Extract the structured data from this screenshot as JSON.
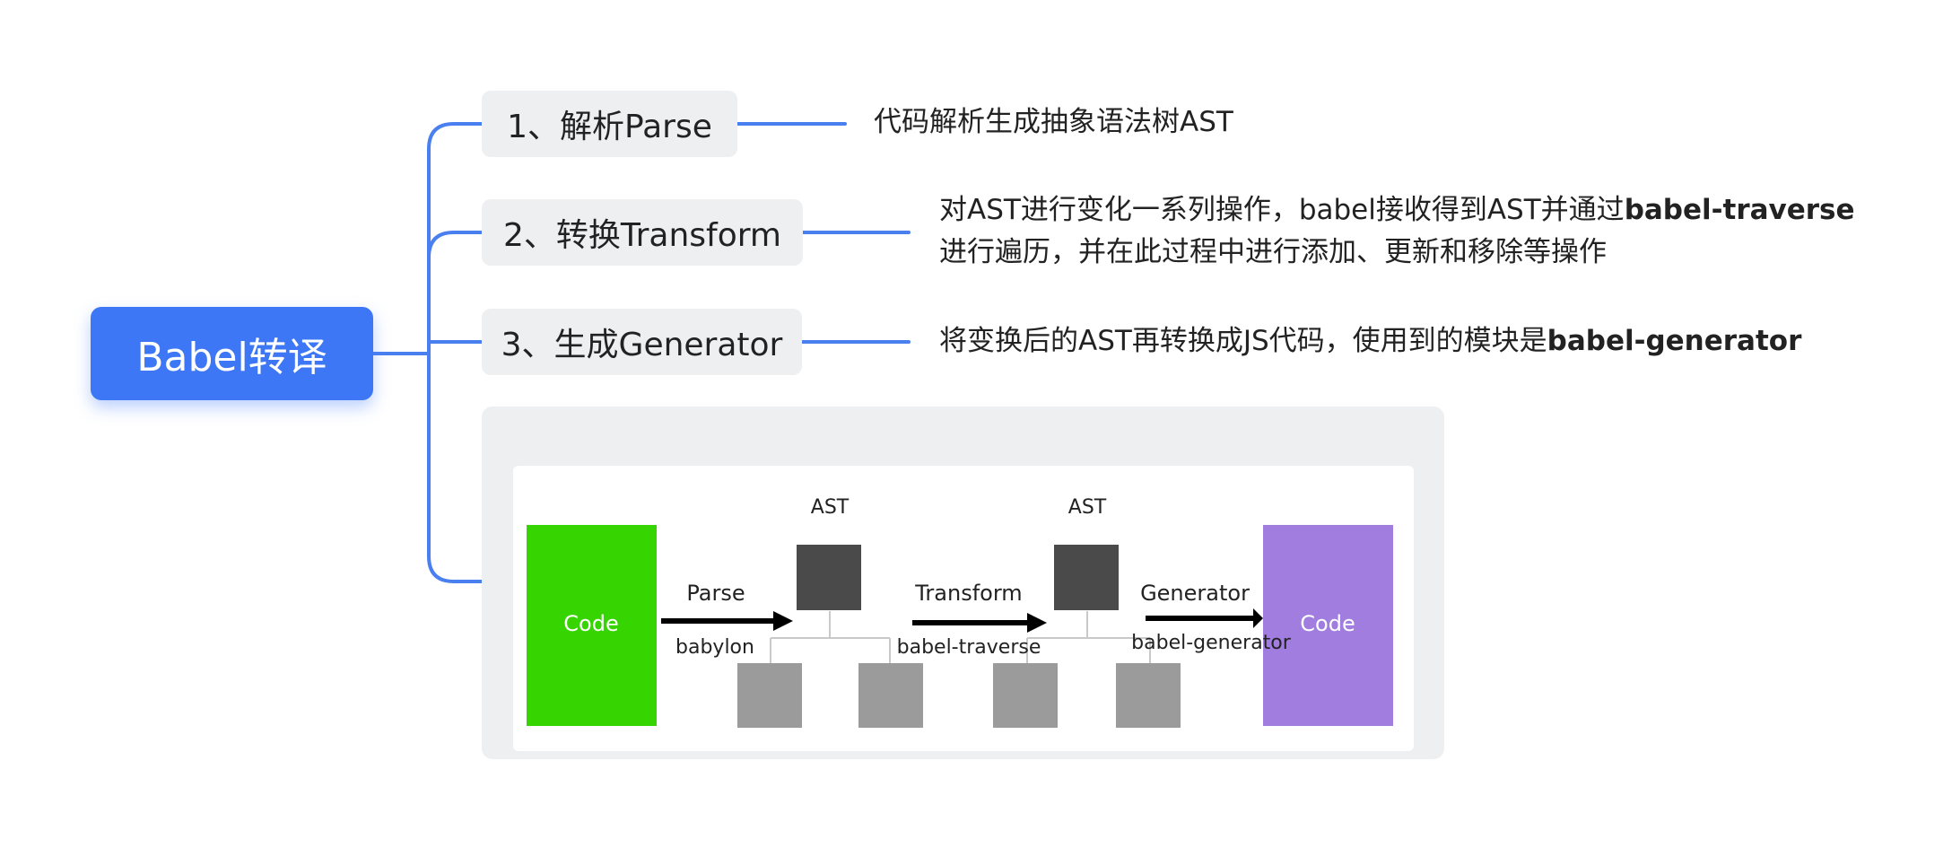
{
  "root": {
    "label": "Babel转译"
  },
  "branches": [
    {
      "label": "1、解析Parse",
      "desc": "代码解析生成抽象语法树AST"
    },
    {
      "label": "2、转换Transform",
      "desc_line1_prefix": "对AST进行变化一系列操作，babel接收得到AST并通过",
      "desc_line1_bold": "babel-traverse",
      "desc_line2": "进行遍历，并在此过程中进行添加、更新和移除等操作"
    },
    {
      "label": "3、生成Generator",
      "desc_prefix": "将变换后的AST再转换成JS代码，使用到的模块是",
      "desc_bold": "babel-generator"
    }
  ],
  "colors": {
    "root": "#3d77f5",
    "connector": "#4a7ff0",
    "branch_bg": "#eeeff1",
    "code_left": "#36d400",
    "code_right": "#a07ddf",
    "ast_node": "#4a4a4a",
    "leaf_node": "#9b9b9b"
  },
  "diagram": {
    "code_left": "Code",
    "code_right": "Code",
    "ast_label_1": "AST",
    "ast_label_2": "AST",
    "step1": {
      "name": "Parse",
      "module": "babylon"
    },
    "step2": {
      "name": "Transform",
      "module": "babel-traverse"
    },
    "step3": {
      "name": "Generator",
      "module": "babel-generator"
    }
  }
}
